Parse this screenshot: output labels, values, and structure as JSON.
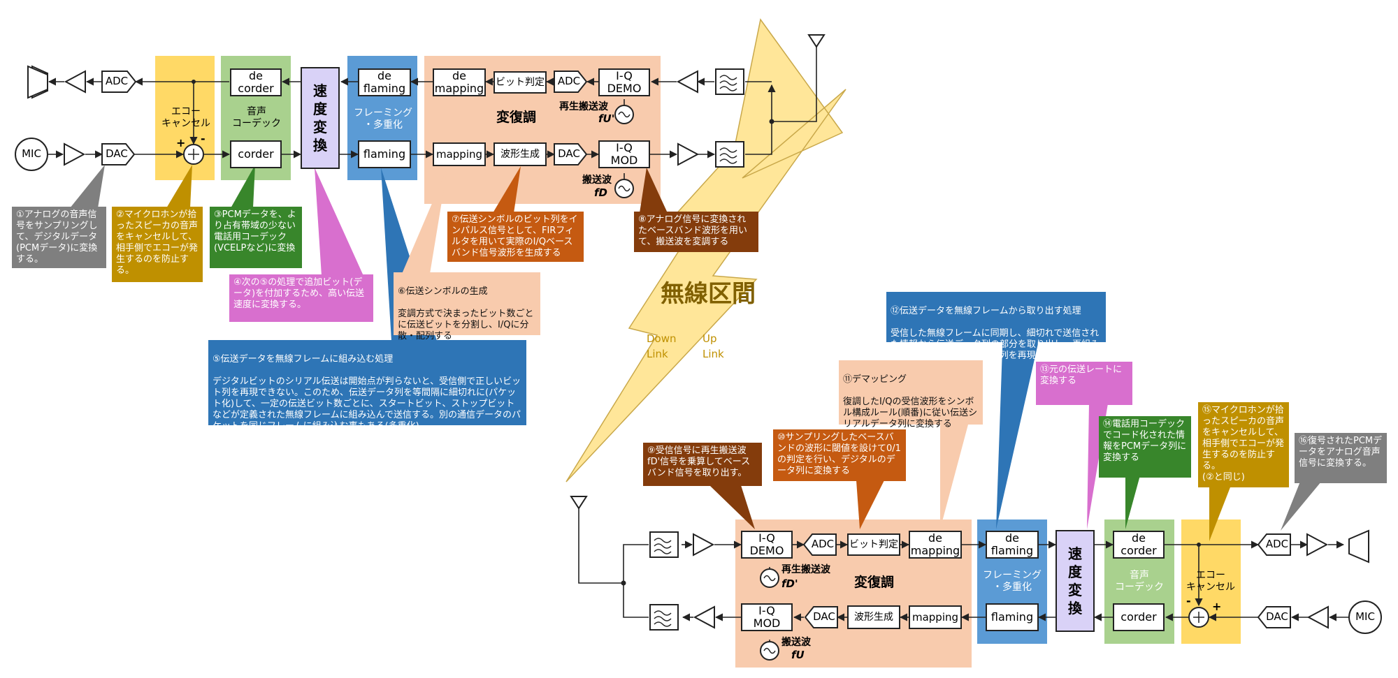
{
  "top": {
    "mic": "MIC",
    "dac": "DAC",
    "adc_out": "ADC",
    "echo_label": "エコー\nキャンセル",
    "plus": "+",
    "minus": "-",
    "codec_label": "音声\nコーデック",
    "decorder": "de\ncorder",
    "corder": "corder",
    "speed": "速\n度\n変\n換",
    "framing_label": "フレーミング\n・多重化",
    "deflaming": "de\nflaming",
    "flaming": "flaming",
    "modem_label": "変復調",
    "demapping": "de\nmapping",
    "bit_decision": "ビット判定",
    "adc_demod": "ADC",
    "iq_demo": "I-Q\nDEMO",
    "mapping": "mapping",
    "waveform": "波形生成",
    "dac_mod": "DAC",
    "iq_mod": "I-Q\nMOD",
    "recovered_carrier": "再生搬送波",
    "recovered_symbol": "fU'",
    "carrier": "搬送波",
    "carrier_symbol": "fD"
  },
  "middle": {
    "wireless": "無線区間",
    "down_link": "Down\nLink",
    "up_link": "Up\nLink"
  },
  "bottom": {
    "mic": "MIC",
    "dac": "DAC",
    "adc_out": "ADC",
    "echo_label": "エコー\nキャンセル",
    "plus": "+",
    "minus": "-",
    "codec_label": "音声\nコーデック",
    "decorder": "de\ncorder",
    "corder": "corder",
    "speed": "速\n度\n変\n換",
    "framing_label": "フレーミング\n・多重化",
    "deflaming": "de\nflaming",
    "flaming": "flaming",
    "modem_label": "変復調",
    "demapping": "de\nmapping",
    "bit_decision": "ビット判定",
    "adc_demod": "ADC",
    "iq_demo": "I-Q\nDEMO",
    "mapping": "mapping",
    "waveform": "波形生成",
    "dac_mod": "DAC",
    "iq_mod": "I-Q\nMOD",
    "recovered_carrier": "再生搬送波",
    "recovered_symbol": "fD'",
    "carrier": "搬送波",
    "carrier_symbol": "fU"
  },
  "notes": {
    "n1": "①アナログの音声信号をサンプリングして、デジタルデータ(PCMデータ)に変換する。",
    "n2": "②マイクロホンが拾ったスピーカの音声をキャンセルして、相手側でエコーが発生するのを防止する。",
    "n3": "③PCMデータを、より占有帯域の少ない電話用コーデック(VCELPなど)に変換",
    "n4": "④次の⑤の処理で追加ビット(データ)を付加するため、高い伝送速度に変換する。",
    "n5_title": "⑤伝送データを無線フレームに組み込む処理",
    "n5_body": "デジタルビットのシリアル伝送は開始点が判らないと、受信側で正しいビット列を再現できない。このため、伝送データ列を等間隔に細切れに(パケット化)して、一定の伝送ビット数ごとに、スタートビット、ストップビットなどが定義された無線フレームに組み込んで送信する。別の通信データのパケットを同じフレームに組み込む事もある(多重化)。",
    "n6_title": "⑥伝送シンボルの生成",
    "n6_body": "変調方式で決まったビット数ごとに伝送ビットを分割し、I/Qに分散・配列する",
    "n7": "⑦伝送シンボルのビット列をインパルス信号として、FIRフィルタを用いて実際のI/Qベースバンド信号波形を生成する",
    "n8": "⑧アナログ信号に変換されたベースバンド波形を用いて、搬送波を変調する",
    "n9": "⑨受信信号に再生搬送波fD'信号を乗算してベースバンド信号を取り出す。",
    "n10": "⑩サンプリングしたベースバンドの波形に閾値を設けて0/1の判定を行い、デジタルのデータ列に変換する",
    "n11_title": "⑪デマッピング",
    "n11_body": "復調したI/Qの受信波形をシンボル構成ルール(順番)に従い伝送シリアルデータ列に変換する",
    "n12_title": "⑫伝送データを無線フレームから取り出す処理",
    "n12_body": "受信した無線フレームに同期し、細切れで送信された情報から伝送データ列の部分を取り出し、再組み立てして送信されたデータ列を再現する",
    "n13": "⑬元の伝送レートに変換する",
    "n14": "⑭電話用コーデックでコード化された情報をPCMデータ列に変換する",
    "n15": "⑮マイクロホンが拾ったスピーカの音声をキャンセルして、相手側でエコーが発生するのを防止する。\n(②と同じ)",
    "n16": "⑯復号されたPCMデータをアナログ音声信号に変換する。"
  },
  "colors": {
    "echo": "#ffd966",
    "codec": "#a9d18e",
    "framing": "#5b9bd5",
    "modem": "#f8cbad",
    "speed": "#d9d2f7",
    "lightning": "#ffe699",
    "gray_note": "#7f7f7f",
    "gold_note": "#bf9000",
    "green_note": "#38862b",
    "pink_note": "#d86fce",
    "blue_note": "#2e75b6",
    "orange_note": "#c55a11",
    "brown_note": "#843c0c",
    "wireless_text": "#806000"
  }
}
